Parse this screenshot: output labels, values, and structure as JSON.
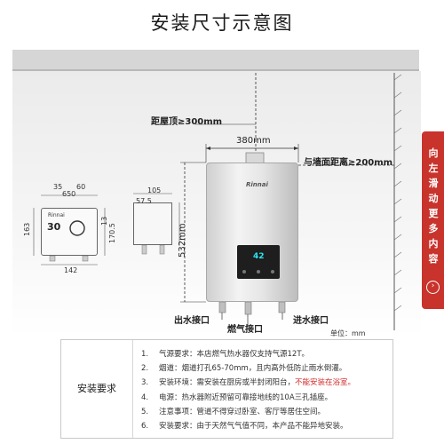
{
  "title": "安装尺寸示意图",
  "labels": {
    "ceiling_distance": "距屋顶≥300mm",
    "width": "380mm",
    "wall_distance": "与墙面距离≥200mm",
    "height": "532mm",
    "water_outlet": "出水接口",
    "gas_inlet": "燃气接口",
    "water_inlet": "进水接口",
    "unit": "单位：mm"
  },
  "heater": {
    "brand": "Rinnai",
    "display": "42"
  },
  "front_view": {
    "display": "30",
    "brand": "Rinnai",
    "dim_top": "650",
    "dim_left": "163",
    "dim_bottom": "142",
    "dim_right_a": "13",
    "dim_right_b": "170.5",
    "dim_small_a": "35",
    "dim_small_b": "60"
  },
  "side_view": {
    "dim_top": "105",
    "dim_small": "57.5"
  },
  "requirements": {
    "title": "安装要求",
    "items": [
      {
        "num": "1.",
        "text": "气源要求：本店燃气热水器仅支持气源12T。",
        "warn": ""
      },
      {
        "num": "2.",
        "text": "烟道：烟道打孔65-70mm，且内高外低防止雨水倒灌。",
        "warn": ""
      },
      {
        "num": "3.",
        "text": "安装环境：需安装在厨房或半封闭阳台，",
        "warn": "不能安装在浴室。"
      },
      {
        "num": "4.",
        "text": "电源：热水器附近预留可靠接地线的10A三孔插座。",
        "warn": ""
      },
      {
        "num": "5.",
        "text": "注意事项：管道不得穿过卧室、客厅等居住空间。",
        "warn": ""
      },
      {
        "num": "6.",
        "text": "安装要求：由于天然气气值不同，本产品不能异地安装。",
        "warn": ""
      }
    ]
  },
  "side_tab": {
    "text": "向左滑动更多内容",
    "icon": "chevron-right-icon"
  },
  "colors": {
    "accent": "#c8332c",
    "warning": "#d42a2a",
    "display": "#2ce3f0"
  }
}
